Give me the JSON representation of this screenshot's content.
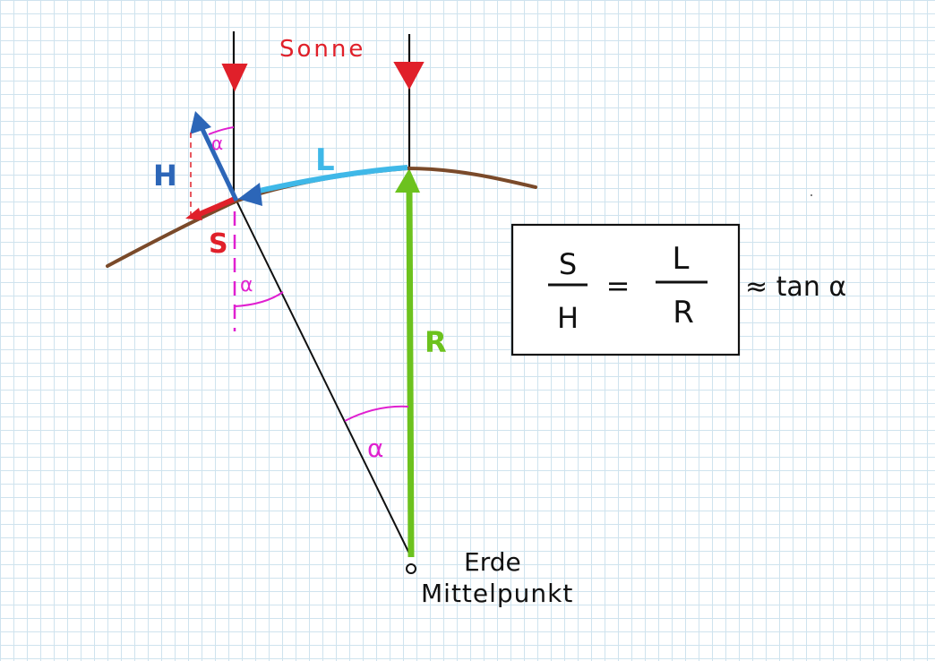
{
  "labels": {
    "sun": "Sonne",
    "height": "H",
    "shadow": "S",
    "distance": "L",
    "radius": "R",
    "angle": "α",
    "center_line1": "Erde",
    "center_line2": "Mittelpunkt"
  },
  "formula": {
    "frac1_num": "S",
    "frac1_den": "H",
    "equals": "=",
    "frac2_num": "L",
    "frac2_den": "R",
    "approx": "≈ tan α"
  },
  "colors": {
    "sun_arrow": "#e0202a",
    "height_arrow": "#2c66b8",
    "shadow_arrow": "#e0202a",
    "distance_arrow": "#3fb8e8",
    "radius_arrow": "#6cc21e",
    "earth_arc": "#7a4a2a",
    "angle_marks": "#e020d0",
    "ink": "#111111"
  }
}
